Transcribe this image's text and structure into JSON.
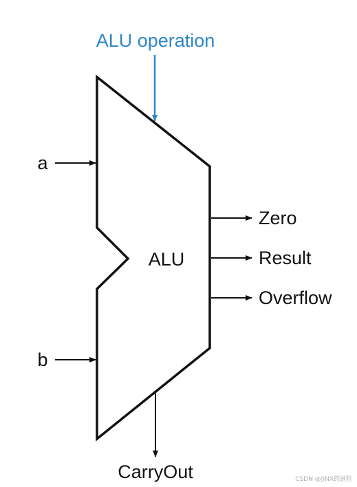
{
  "diagram": {
    "control_label": "ALU operation",
    "block_label": "ALU",
    "inputs": [
      {
        "id": "a",
        "label": "a"
      },
      {
        "id": "b",
        "label": "b"
      }
    ],
    "outputs": [
      {
        "id": "zero",
        "label": "Zero"
      },
      {
        "id": "result",
        "label": "Result"
      },
      {
        "id": "overflow",
        "label": "Overflow"
      }
    ],
    "carry_label": "CarryOut",
    "watermark": "CSDN @JINX的进阶"
  },
  "colors": {
    "control": "#2f86c8",
    "stroke": "#111111",
    "text": "#111111"
  }
}
